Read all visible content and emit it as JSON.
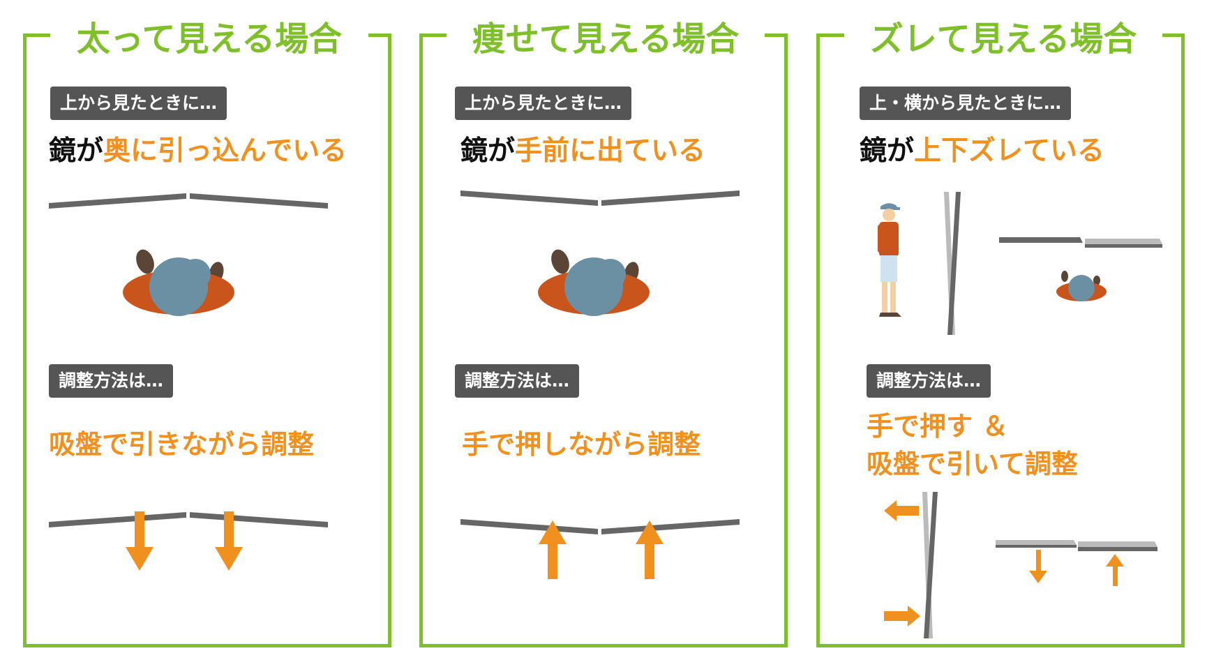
{
  "panels": [
    {
      "title": "太って見える場合",
      "view_tag": "上から見たときに…",
      "state_prefix": "鏡が",
      "state_highlight": "奥に引っ込んでいる",
      "method_tag": "調整方法は…",
      "method_lines": [
        "吸盤で引きながら調整"
      ]
    },
    {
      "title": "痩せて見える場合",
      "view_tag": "上から見たときに…",
      "state_prefix": "鏡が",
      "state_highlight": "手前に出ている",
      "method_tag": "調整方法は…",
      "method_lines": [
        "手で押しながら調整"
      ]
    },
    {
      "title": "ズレて見える場合",
      "view_tag": "上・横から見たときに…",
      "state_prefix": "鏡が",
      "state_highlight": "上下ズレている",
      "method_tag": "調整方法は…",
      "method_lines": [
        "手で押す ＆",
        "吸盤で引いて調整"
      ]
    }
  ],
  "colors": {
    "frame": "#7fbf2a",
    "accent": "#f0901e",
    "tag_bg": "#555555",
    "mirror_dark": "#666666",
    "mirror_light": "#bbbbbb",
    "person_shirt": "#c9541c",
    "person_cap": "#6b8fa3"
  }
}
